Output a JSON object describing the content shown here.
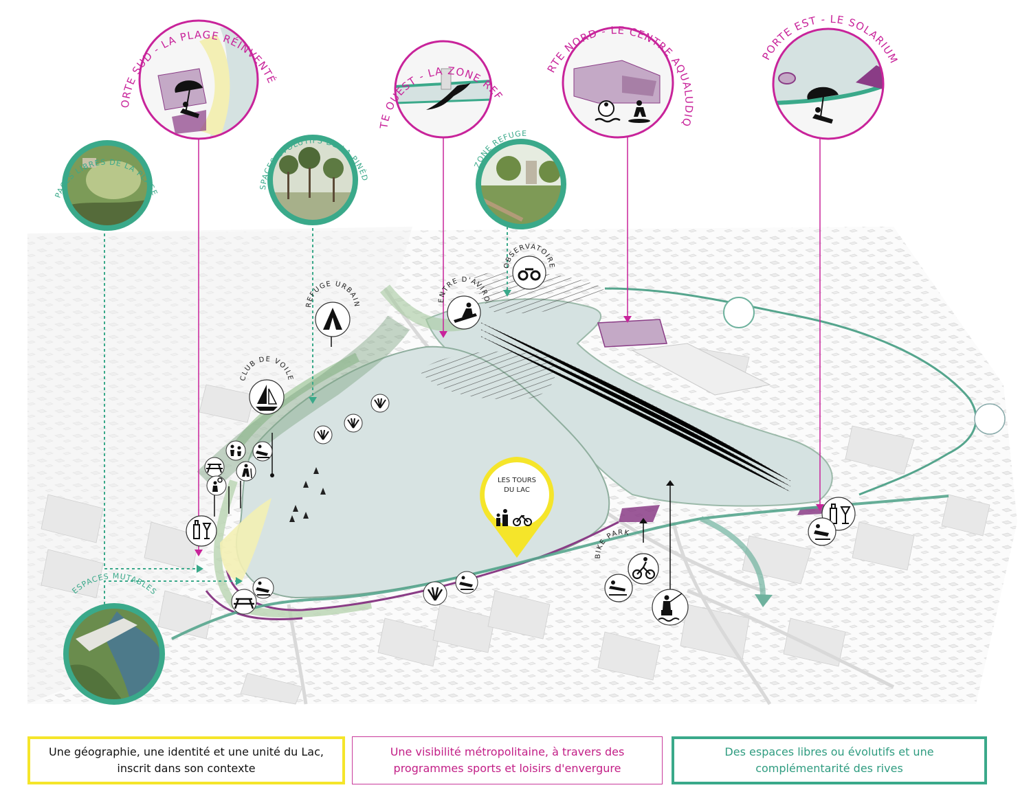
{
  "colors": {
    "magenta": "#c8239a",
    "green": "#3aa98a",
    "yellow": "#f5e52a",
    "lake": "#d7e3e2",
    "purple": "#8a3c86"
  },
  "callouts_top": [
    {
      "id": "porte-sud",
      "label": "PORTE SUD - LA PLAGE RÉINVENTÉE"
    },
    {
      "id": "porte-ouest",
      "label": "PORTE OUEST - LA ZONE REFUGE"
    },
    {
      "id": "porte-nord",
      "label": "PORTE NORD - LE CENTRE AQUALUDIQUE"
    },
    {
      "id": "porte-est",
      "label": "PORTE EST -    LE SOLARIUM"
    }
  ],
  "callouts_green": [
    {
      "id": "plage-verte",
      "label": "LES ESPACES LIBRES DE LA PLAGE VERTE"
    },
    {
      "id": "pinede",
      "label": "ESPACES EVOLUTIFS DE LA PINÈDE"
    },
    {
      "id": "zone-refuge",
      "label": "ZONE REFUGE"
    },
    {
      "id": "mutables",
      "label": "ESPACES MUTABLES"
    }
  ],
  "poi_labels": {
    "observatoire": "OBSERVATOIRE",
    "centre_aviron": "CENTRE D'AVIRON",
    "refuge_urbain": "REFUGE URBAIN",
    "club_voile": "CLUB DE VOILE",
    "bike_park": "BIKE PARK"
  },
  "marker": {
    "line1": "LES TOURS",
    "line2": "DU LAC"
  },
  "legend": {
    "yellow": "Une géographie, une identité et une unité du Lac,\ninscrit dans son contexte",
    "magenta": "Une visibilité métropolitaine, à travers des\nprogrammes sports et loisirs d'envergure",
    "green": "Des espaces libres ou évolutifs et une\ncomplémentarité des rives"
  }
}
